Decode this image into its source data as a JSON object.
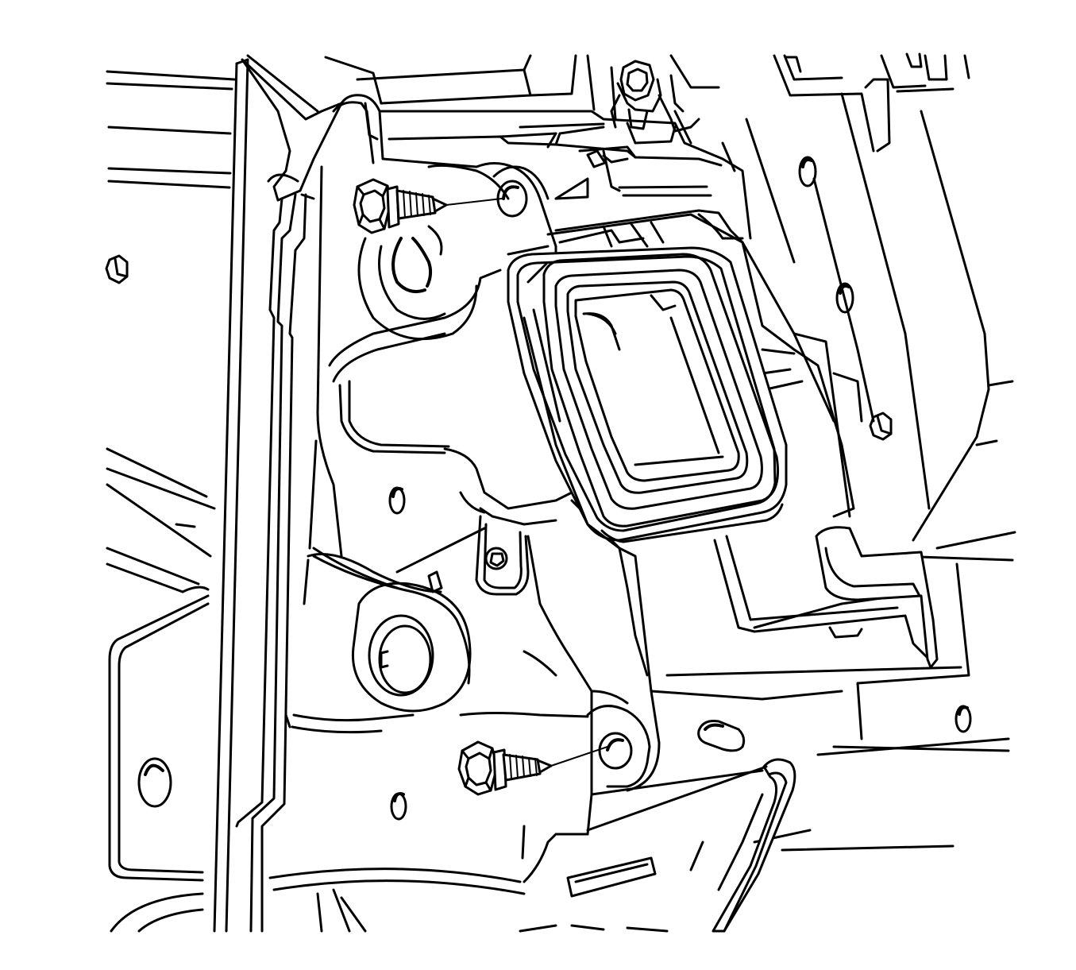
{
  "diagram": {
    "background_color": "#ffffff",
    "line_color": "#000000",
    "components": [
      "body-panel",
      "mounting-bracket",
      "module-housing",
      "upper-fastener",
      "lower-fastener",
      "hex-nut-top",
      "hex-nut-left",
      "hex-nut-right",
      "wiring-harness"
    ],
    "fasteners": {
      "count": 2,
      "type": "hex-flange-bolt",
      "direction": "into-bracket"
    }
  }
}
